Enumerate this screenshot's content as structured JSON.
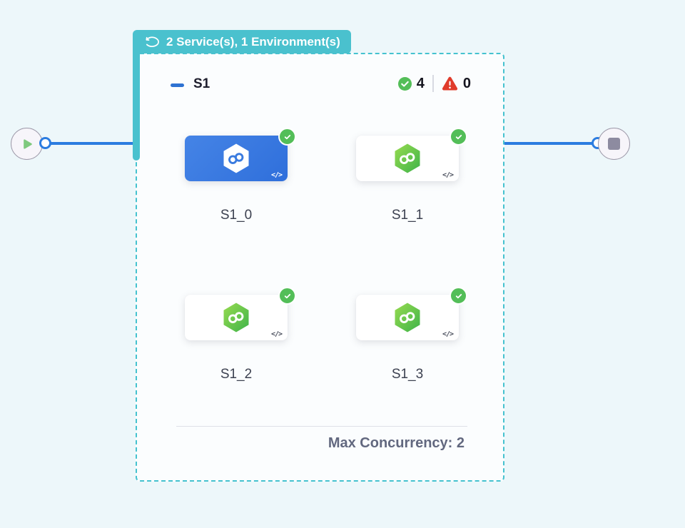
{
  "badge": {
    "label": "2 Service(s), 1 Environment(s)"
  },
  "stage": {
    "name": "S1",
    "success_count": "4",
    "error_count": "0",
    "services": [
      {
        "label": "S1_0"
      },
      {
        "label": "S1_1"
      },
      {
        "label": "S1_2"
      },
      {
        "label": "S1_3"
      }
    ],
    "code_glyph": "</>",
    "max_concurrency": "Max Concurrency: 2"
  },
  "colors": {
    "background": "#EDF7FA",
    "accent_teal": "#4AC1CE",
    "edge_blue": "#2B7CE0",
    "selected_card_blue": "#3D7EE1",
    "success_green": "#53BE58",
    "error_red": "#E03B2B"
  }
}
